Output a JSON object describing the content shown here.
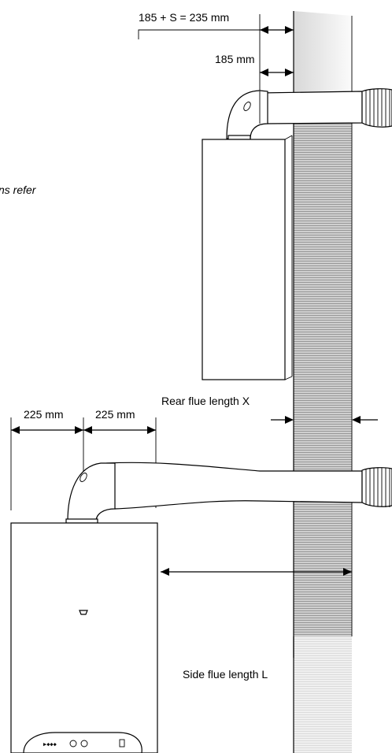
{
  "labels": {
    "top_total": "185 + S = 235 mm",
    "top_inner": "185 mm",
    "side_note": "ns refer",
    "rear_flue": "Rear flue length X",
    "left_dim_1": "225 mm",
    "left_dim_2": "225 mm",
    "side_flue": "Side flue length L"
  },
  "colors": {
    "wall_shade": "#9a9a9a",
    "wall_light": "#e6e6e6",
    "line": "#000000"
  }
}
